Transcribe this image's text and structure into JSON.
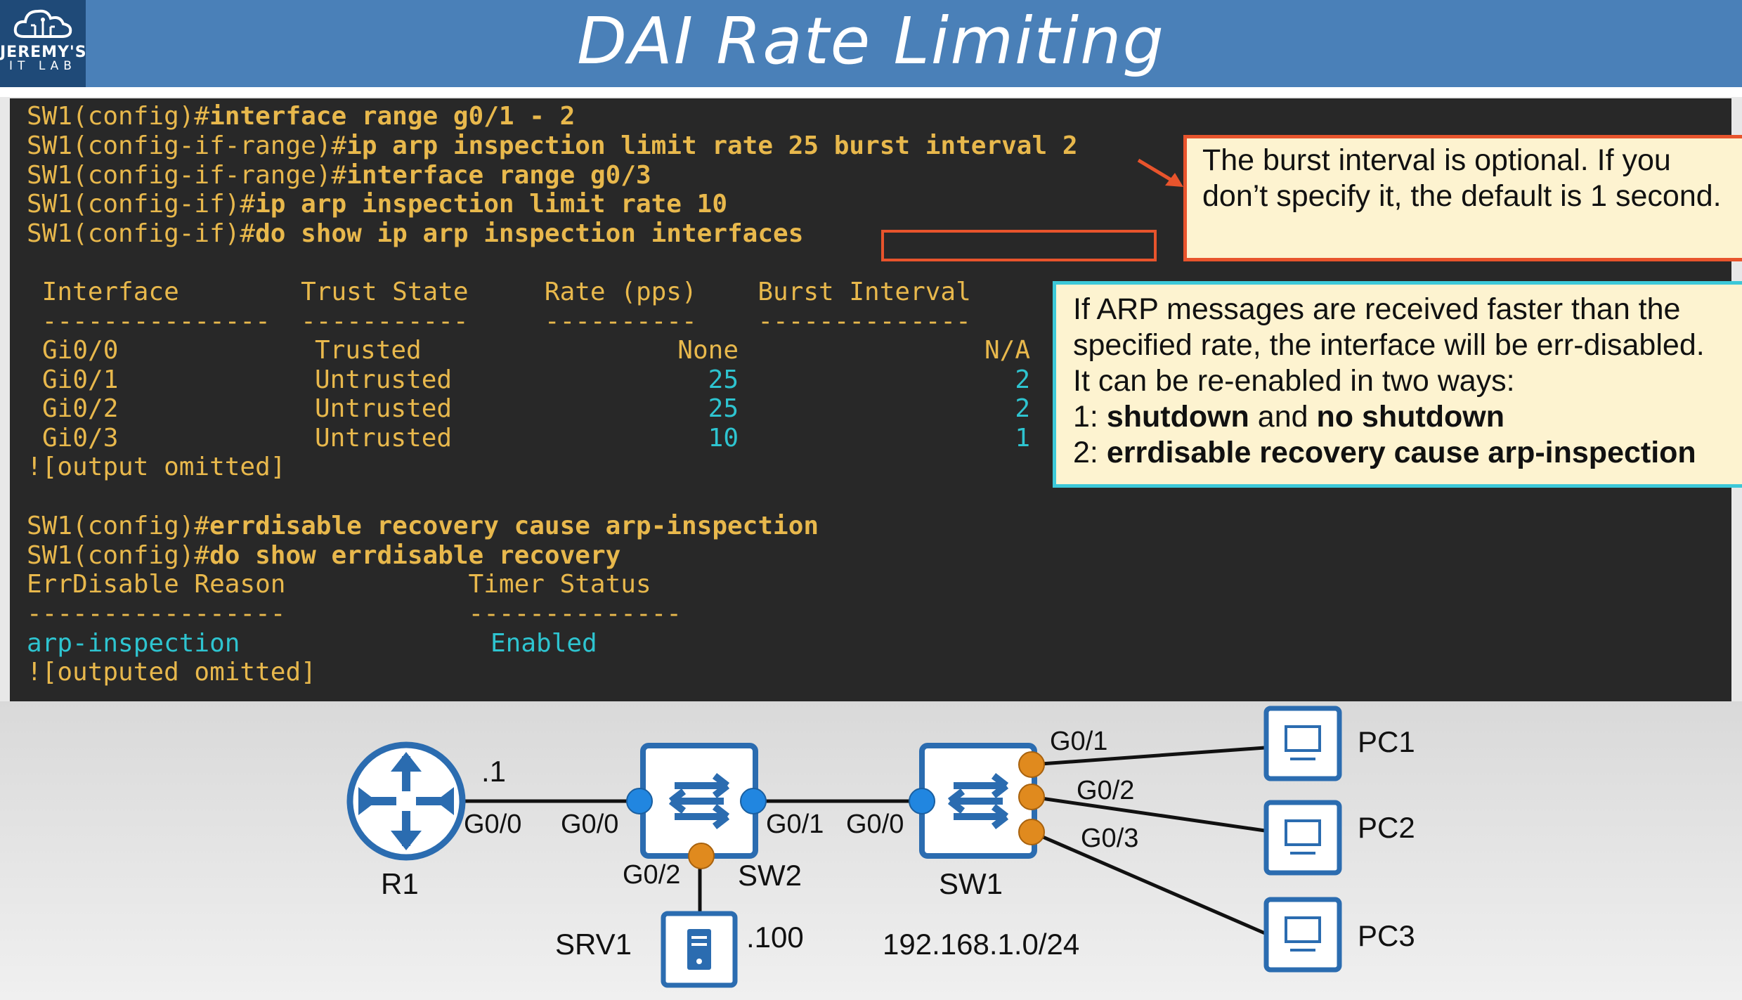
{
  "header": {
    "logo_line1": "JEREMY'S",
    "logo_line2": "IT LAB",
    "title": "DAI Rate Limiting"
  },
  "terminal": {
    "lines": [
      {
        "prompt": "SW1(config)#",
        "command": "interface range g0/1 - 2"
      },
      {
        "prompt": "SW1(config-if-range)#",
        "command": "ip arp inspection limit rate 25 ",
        "highlight": "burst interval 2"
      },
      {
        "prompt": "SW1(config-if-range)#",
        "command": "interface range g0/3"
      },
      {
        "prompt": "SW1(config-if)#",
        "command": "ip arp inspection limit rate 10"
      },
      {
        "prompt": "SW1(config-if)#",
        "command": "do show ip arp inspection interfaces"
      }
    ],
    "table_header": " Interface        Trust State     Rate (pps)    Burst Interval",
    "table_divider": " ---------------  -----------     ----------    --------------",
    "table_rows": [
      {
        "interface": "Gi0/0",
        "trust": "Trusted",
        "rate": "None",
        "burst": "N/A"
      },
      {
        "interface": "Gi0/1",
        "trust": "Untrusted",
        "rate": "25",
        "burst": "2"
      },
      {
        "interface": "Gi0/2",
        "trust": "Untrusted",
        "rate": "25",
        "burst": "2"
      },
      {
        "interface": "Gi0/3",
        "trust": "Untrusted",
        "rate": "10",
        "burst": "1"
      }
    ],
    "omitted1": "![output omitted]",
    "line_recovery": {
      "prompt": "SW1(config)#",
      "command": "errdisable recovery cause arp-inspection"
    },
    "line_show": {
      "prompt": "SW1(config)#",
      "command": "do show errdisable recovery"
    },
    "recovery_header": "ErrDisable Reason            Timer Status",
    "recovery_divider": "-----------------            --------------",
    "recovery_reason": "arp-inspection",
    "recovery_status": "Enabled",
    "omitted2": "![outputed omitted]"
  },
  "callouts": {
    "burst": "The burst interval is optional.  If you don’t specify it, the default is 1 second.",
    "err_line1": "If ARP messages are received faster than the specified rate, the interface will be err-disabled.  It can be re-enabled in two ways:",
    "err_opt1_prefix": "1: ",
    "err_opt1_a": "shutdown",
    "err_opt1_mid": " and ",
    "err_opt1_b": "no shutdown",
    "err_opt2_prefix": "2: ",
    "err_opt2": "errdisable recovery cause arp-inspection"
  },
  "topology": {
    "r1": "R1",
    "r1_ip": ".1",
    "r1_port": "G0/0",
    "sw2": "SW2",
    "sw2_port_r1": "G0/0",
    "sw2_port_sw1": "G0/1",
    "sw2_port_srv": "G0/2",
    "sw1": "SW1",
    "sw1_port_sw2": "G0/0",
    "sw1_port_pc1": "G0/1",
    "sw1_port_pc2": "G0/2",
    "sw1_port_pc3": "G0/3",
    "srv1": "SRV1",
    "srv1_ip": ".100",
    "subnet": "192.168.1.0/24",
    "pc1": "PC1",
    "pc2": "PC2",
    "pc3": "PC3",
    "colors": {
      "device_blue": "#2b6cb0",
      "trusted_port": "#2186e0",
      "untrusted_port": "#e08a1e"
    }
  }
}
